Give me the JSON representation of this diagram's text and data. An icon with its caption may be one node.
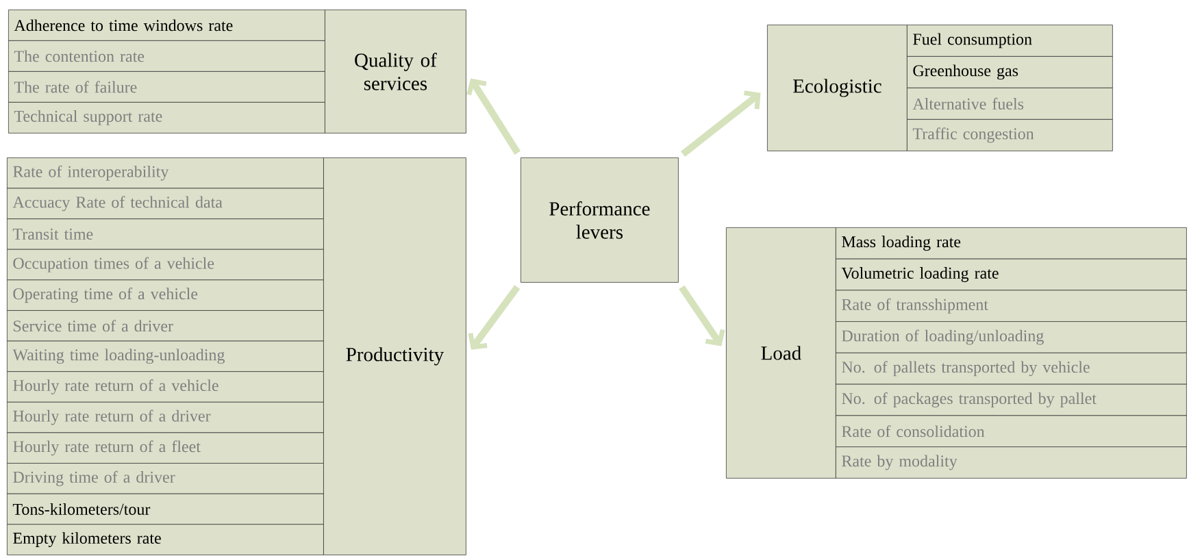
{
  "diagram": {
    "nodes": [
      {
        "text": [
          "Quality of services"
        ]
      },
      {
        "text": [
          "Adherence to time windows rate"
        ]
      },
      {
        "text": [
          "The contention rate"
        ]
      },
      {
        "text": [
          "The rate of failure"
        ]
      },
      {
        "text": [
          "Technical support rate"
        ]
      },
      {
        "text": [
          "Ecologistic"
        ]
      },
      {
        "text": [
          "Fuel consumption"
        ]
      },
      {
        "text": [
          "Greenhouse gas"
        ]
      },
      {
        "text": [
          "Alternative fuels"
        ]
      },
      {
        "text": [
          "Traffic congestion"
        ]
      },
      {
        "text": [
          "Performance levers"
        ]
      },
      {
        "text": [
          "Productivity"
        ]
      },
      {
        "text": [
          "Rate of interoperability"
        ]
      },
      {
        "text": [
          "Accuacy Rate of technical data"
        ]
      },
      {
        "text": [
          "Transit time"
        ]
      },
      {
        "text": [
          "Occupation times of a vehicle"
        ]
      },
      {
        "text": [
          "Operating time of a vehicle"
        ]
      },
      {
        "text": [
          "Service time of a driver"
        ]
      },
      {
        "text": [
          "Waiting time loading-unloading"
        ]
      },
      {
        "text": [
          "Hourly rate return of a vehicle"
        ]
      },
      {
        "text": [
          "Hourly rate return of a driver"
        ]
      },
      {
        "text": [
          "Hourly rate return of a fleet"
        ]
      },
      {
        "text": [
          "Driving time of a driver"
        ]
      },
      {
        "text": [
          "Tons-kilometers/tour"
        ]
      },
      {
        "text": [
          "Empty kilometers rate"
        ]
      },
      {
        "text": [
          "Load"
        ]
      },
      {
        "text": [
          "Mass loading rate"
        ]
      },
      {
        "text": [
          "Volumetric loading rate"
        ]
      },
      {
        "text": [
          "Rate of transshipment"
        ]
      },
      {
        "text": [
          "Duration of loading/unloading"
        ]
      },
      {
        "text": [
          "No. of pallets transported by vehicle"
        ]
      },
      {
        "text": [
          "No. of packages transported by pallet"
        ]
      },
      {
        "text": [
          "Rate of consolidation"
        ]
      },
      {
        "text": [
          "Rate by modality"
        ]
      }
    ],
    "edges": [
      {
        "from": 10,
        "to": 0,
        "arrow": "to"
      },
      {
        "from": 10,
        "to": 5,
        "arrow": "to"
      },
      {
        "from": 10,
        "to": 11,
        "arrow": "to"
      },
      {
        "from": 10,
        "to": 25,
        "arrow": "to"
      }
    ]
  }
}
